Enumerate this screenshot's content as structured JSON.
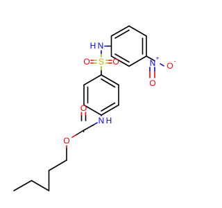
{
  "atoms": {
    "nh_sulfonamide": "N",
    "h_sulfonamide": "H",
    "sulfur": "S",
    "o_sulfonyl_left": "O",
    "o_sulfonyl_right": "O",
    "nh_carbamate": "N",
    "h_carbamate": "H",
    "o_carbonyl": "O",
    "o_ester": "O",
    "n_nitro": "N",
    "n_nitro_charge": "+",
    "o_nitro": "O",
    "o_nitro_charge": "-"
  },
  "colors": {
    "bond": "#000000",
    "nitrogen": "#0000ff",
    "oxygen": "#ff0000",
    "sulfur": "#b3b300"
  }
}
